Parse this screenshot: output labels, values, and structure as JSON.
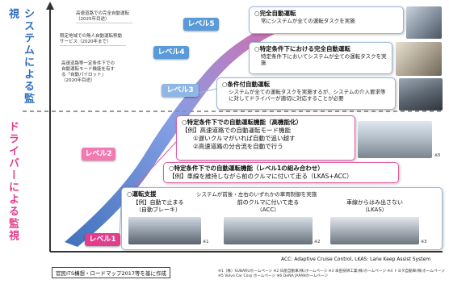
{
  "colors": {
    "system_blue": "#2f6fbf",
    "driver_pink": "#e23d8c",
    "level_blue": "#5a9ad8",
    "level_pink": "#f27ab2"
  },
  "side_labels": {
    "system": "システムによる監視",
    "driver": "ドライバーによる監視"
  },
  "levels": {
    "l5": "レベル5",
    "l4": "レベル4",
    "l3": "レベル3",
    "l2": "レベル2",
    "l1": "レベル1"
  },
  "targets": {
    "t1": "高速道路での完全自動運転（2025年目途）",
    "t2": "限定地域での無人自動運転移動サービス（2020年まで）",
    "t3": "高速道路等一定条件下での自動運転モード機能を有する「自動パイロット」（2020年目途）"
  },
  "boxes": {
    "l5": {
      "title": "○完全自動運転",
      "desc": "常にシステムが全ての運転タスクを実施"
    },
    "l4": {
      "title": "○特定条件下における完全自動運転",
      "desc": "特定条件下においてシステムが全ての運転タスクを実施"
    },
    "l3": {
      "title": "○条件付自動運転",
      "desc": "システムが全ての運転タスクを実施するが、システムの介入要求等に対してドライバーが適切に対応することが必要"
    },
    "l2": {
      "title": "○特定条件下での自動運転機能（高機能化）",
      "ex1": "【例】高速道路での自動運転モード機能",
      "ex2": "①遅いクルマがいれば自動で追い越す",
      "ex3": "②高速道路の分合流を自動で行う"
    },
    "l1b": {
      "title": "○特定条件下での自動運転機能（レベル1の組み合わせ）",
      "desc": "【例】車線を維持しながら前のクルマに付いて走る（LKAS+ACC）"
    },
    "l1": {
      "title": "○運転支援",
      "desc": "システムが前後・左右のいずれかの車両制御を実施",
      "ex_a1": "【例】自動で止まる",
      "ex_a2": "（自動ブレーキ）",
      "ex_b1": "前のクルマに付いて走る",
      "ex_b2": "（ACC）",
      "ex_c1": "車線からはみ出さない",
      "ex_c2": "（LKAS）"
    }
  },
  "source": "官民ITS構想・ロードマップ2017等を基に作成",
  "footnote": "ACC: Adaptive Cruise Control, LKAS: Lane Keep Assist System",
  "credits": "※1（株）SUBARUホームページ ※2 日産自動車(株)ホームページ ※3 本田技研工業(株)ホームページ ※4 トヨタ自動車(株)ホームページ ※5 Volvo Car Corp.ホームページ ※6 DeNA JAPANホームページ",
  "marks": {
    "m1": "※1",
    "m2": "※2",
    "m3": "※3",
    "m4": "※4",
    "m5": "※5",
    "m6": "※6"
  }
}
